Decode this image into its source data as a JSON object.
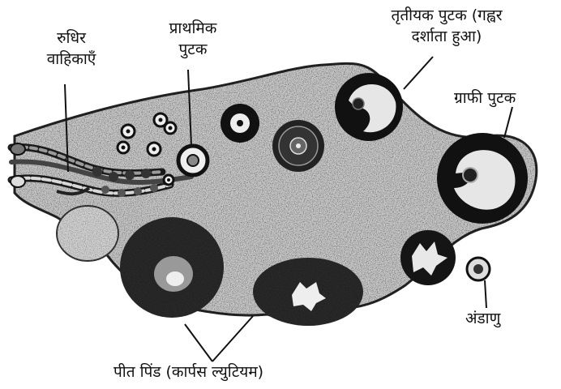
{
  "labels": {
    "blood_vessels_l1": "रुधिर",
    "blood_vessels_l2": "वाहिकाएँ",
    "primary_follicle_l1": "प्राथमिक",
    "primary_follicle_l2": "पुटक",
    "tertiary_follicle_l1": "तृतीयक पुटक (गह्वर",
    "tertiary_follicle_l2": "दर्शाता हुआ)",
    "graafian_follicle": "ग्राफी पुटक",
    "ovum": "अंडाणु",
    "corpus_luteum": "पीत पिंड (कार्पस ल्युटियम)"
  },
  "colors": {
    "tissue": "#c9c9c9",
    "outline": "#222222",
    "dark": "#1a1a1a",
    "cavity": "#e6e6e6"
  }
}
